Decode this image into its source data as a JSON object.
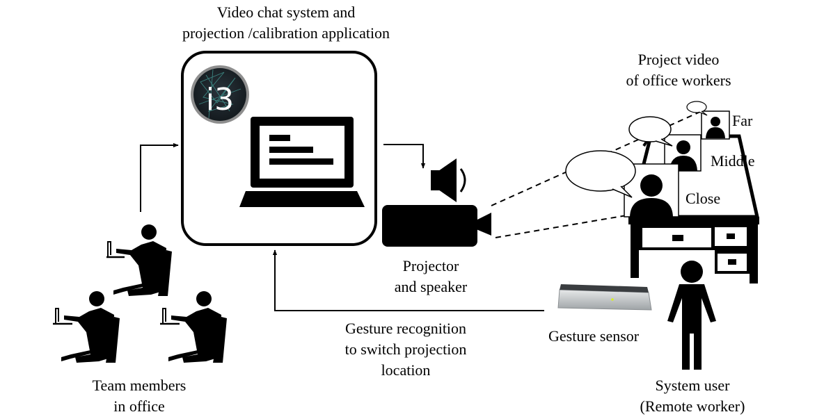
{
  "labels": {
    "app_title": [
      "Video chat system and",
      "projection /calibration application"
    ],
    "project_video": [
      "Project video",
      "of office workers"
    ],
    "far": "Far",
    "middle": "Middle",
    "close": "Close",
    "projector": [
      "Projector",
      "and speaker"
    ],
    "gesture_recognition": [
      "Gesture recognition",
      "to switch projection",
      "location"
    ],
    "gesture_sensor": "Gesture sensor",
    "team_members": [
      "Team members",
      "in office"
    ],
    "system_user": [
      "System user",
      "(Remote worker)"
    ]
  },
  "icons": {
    "app_logo": "i3-logo",
    "computer": "laptop-icon",
    "speaker": "speaker-icon",
    "projector": "projector-icon",
    "sensor": "gesture-sensor-device",
    "team_member": "seated-person-icon",
    "remote_worker": "standing-person-icon",
    "desk": "office-desk-icon"
  },
  "colors": {
    "ink": "#000000",
    "background": "#ffffff",
    "logo_bg": "#1b2329",
    "logo_ring": "#9a9a9a",
    "sensor_body": "#c8cbcd",
    "sensor_top": "#3a3d40",
    "sensor_led": "#d8f024"
  }
}
